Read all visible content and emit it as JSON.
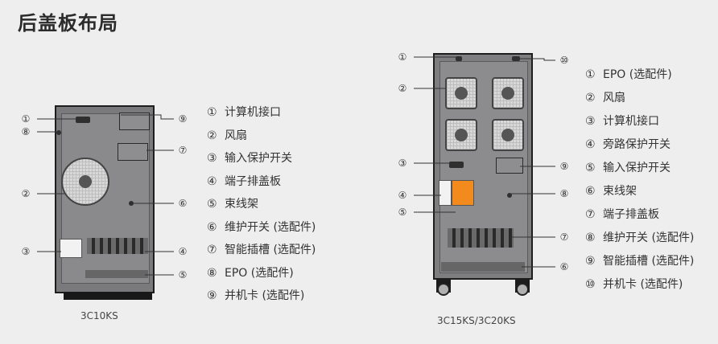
{
  "title": "后盖板布局",
  "units": [
    {
      "caption": "3C10KS",
      "legend": [
        {
          "num": "①",
          "label": "计算机接口"
        },
        {
          "num": "②",
          "label": "风扇"
        },
        {
          "num": "③",
          "label": "输入保护开关"
        },
        {
          "num": "④",
          "label": "端子排盖板"
        },
        {
          "num": "⑤",
          "label": "束线架"
        },
        {
          "num": "⑥",
          "label": "维护开关 (选配件)"
        },
        {
          "num": "⑦",
          "label": "智能插槽 (选配件)"
        },
        {
          "num": "⑧",
          "label": "EPO (选配件)"
        },
        {
          "num": "⑨",
          "label": "并机卡 (选配件)"
        }
      ],
      "callouts": [
        "①",
        "⑧",
        "②",
        "③",
        "⑨",
        "⑦",
        "⑥",
        "④",
        "⑤"
      ]
    },
    {
      "caption": "3C15KS/3C20KS",
      "legend": [
        {
          "num": "①",
          "label": "EPO (选配件)"
        },
        {
          "num": "②",
          "label": "风扇"
        },
        {
          "num": "③",
          "label": "计算机接口"
        },
        {
          "num": "④",
          "label": "旁路保护开关"
        },
        {
          "num": "⑤",
          "label": "输入保护开关"
        },
        {
          "num": "⑥",
          "label": "束线架"
        },
        {
          "num": "⑦",
          "label": "端子排盖板"
        },
        {
          "num": "⑧",
          "label": "维护开关 (选配件)"
        },
        {
          "num": "⑨",
          "label": "智能插槽 (选配件)"
        },
        {
          "num": "⑩",
          "label": "并机卡 (选配件)"
        }
      ],
      "callouts": [
        "①",
        "②",
        "③",
        "④",
        "⑤",
        "⑩",
        "⑨",
        "⑧",
        "⑦",
        "⑥"
      ]
    }
  ]
}
